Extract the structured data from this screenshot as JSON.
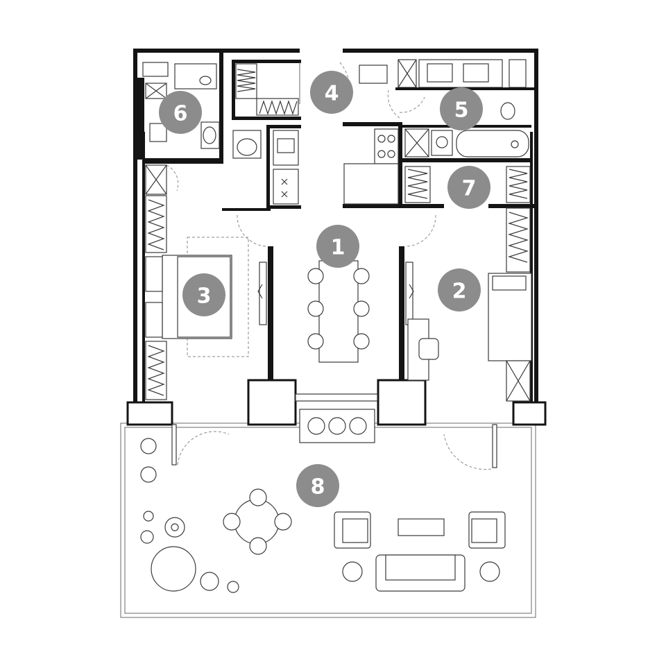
{
  "rooms": [
    {
      "id": "room-1",
      "number": "1"
    },
    {
      "id": "room-2",
      "number": "2"
    },
    {
      "id": "room-3",
      "number": "3"
    },
    {
      "id": "room-4",
      "number": "4"
    },
    {
      "id": "room-5",
      "number": "5"
    },
    {
      "id": "room-6",
      "number": "6"
    },
    {
      "id": "room-7",
      "number": "7"
    },
    {
      "id": "room-8",
      "number": "8"
    }
  ],
  "colors": {
    "wall": "#141414",
    "badge": "#8c8c8c",
    "badge_text": "#ffffff",
    "line": "#3a3a3a"
  }
}
